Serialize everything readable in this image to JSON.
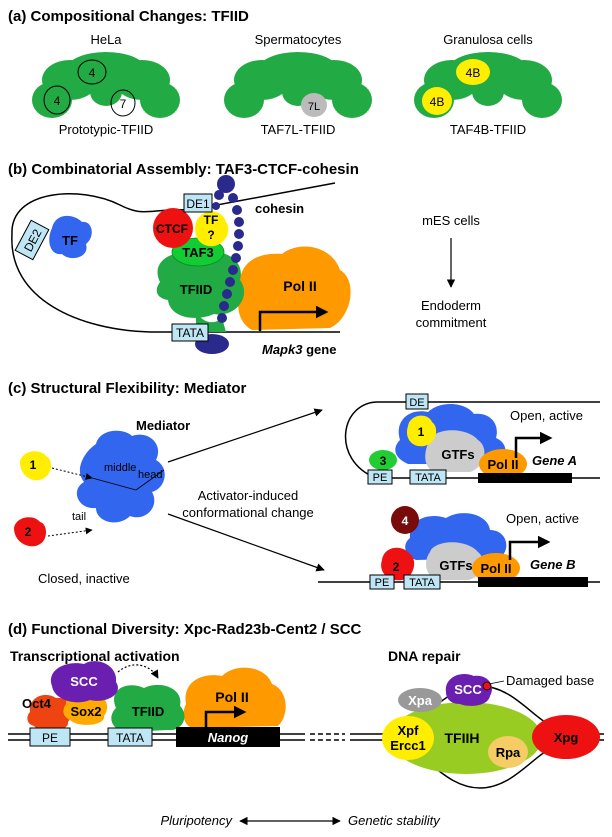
{
  "panel_a": {
    "title": "(a) Compositional Changes: TFIID",
    "cell_hela": "HeLa",
    "cell_sperm": "Spermatocytes",
    "cell_granulosa": "Granulosa cells",
    "sub_4_top": "4",
    "sub_4_left": "4",
    "sub_7": "7",
    "sub_7l": "7L",
    "sub_4b_top": "4B",
    "sub_4b_left": "4B",
    "label_proto": "Prototypic-TFIID",
    "label_taf7l": "TAF7L-TFIID",
    "label_taf4b": "TAF4B-TFIID",
    "colors": {
      "tfiid": "#22aa44",
      "taf7l": "#bbbbbb",
      "taf4b": "#ffee00"
    }
  },
  "panel_b": {
    "title": "(b) Combinatorial Assembly: TAF3-CTCF-cohesin",
    "de2": "DE2",
    "tf": "TF",
    "de1": "DE1",
    "ctcf": "CTCF",
    "tf_q_line1": "TF",
    "tf_q_line2": "?",
    "taf3": "TAF3",
    "tfiid": "TFIID",
    "cohesin": "cohesin",
    "pol2": "Pol II",
    "tata": "TATA",
    "gene_name": "Mapk3",
    "gene_word": " gene",
    "mes": "mES cells",
    "endoderm_line1": "Endoderm",
    "endoderm_line2": "commitment",
    "colors": {
      "ctcf": "#ee1111",
      "cohesin": "#2a2a8c",
      "pol2": "#ff9900",
      "tf": "#3366ee"
    }
  },
  "panel_c": {
    "title": "(c) Structural Flexibility: Mediator",
    "mediator": "Mediator",
    "middle": "middle",
    "head": "head",
    "tail": "tail",
    "act1": "1",
    "act2": "2",
    "activator_line1": "Activator-induced",
    "activator_line2": "conformational change",
    "closed": "Closed, inactive",
    "top_de": "DE",
    "top_1": "1",
    "top_open": "Open, active",
    "top_3": "3",
    "top_gtfs": "GTFs",
    "top_pol2": "Pol II",
    "top_gene": "Gene A",
    "top_pe": "PE",
    "top_tata": "TATA",
    "bot_4": "4",
    "bot_open": "Open, active",
    "bot_gtfs": "GTFs",
    "bot_pol2": "Pol II",
    "bot_gene": "Gene B",
    "bot_2": "2",
    "bot_pe": "PE",
    "bot_tata": "TATA"
  },
  "panel_d": {
    "title": "(d) Functional Diversity: Xpc-Rad23b-Cent2 / SCC",
    "trans_title": "Transcriptional activation",
    "repair_title": "DNA repair",
    "scc": "SCC",
    "oct4": "Oct4",
    "sox2": "Sox2",
    "tfiid": "TFIID",
    "pol2": "Pol II",
    "pe": "PE",
    "tata": "TATA",
    "nanog": "Nanog",
    "scc2": "SCC",
    "damaged": "Damaged base",
    "xpa": "Xpa",
    "xpf": "Xpf",
    "ercc1": "Ercc1",
    "tfiih": "TFIIH",
    "rpa": "Rpa",
    "xpg": "Xpg",
    "pluri": "Pluripotency",
    "genetic": "Genetic stability",
    "colors": {
      "scc": "#6a1fb0",
      "oct4": "#ee4411",
      "sox2": "#ffaa00",
      "tfiih": "#99cc22",
      "xpg": "#ee1111",
      "xpa": "#999999"
    }
  }
}
